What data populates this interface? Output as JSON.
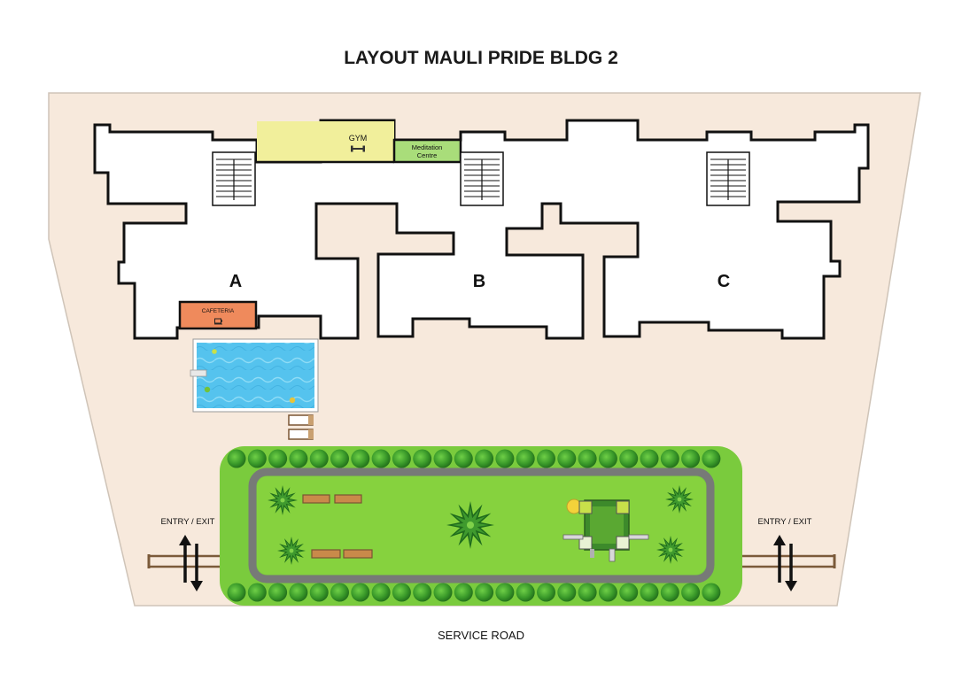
{
  "title": "LAYOUT MAULI PRIDE BLDG 2",
  "buildings": {
    "a": "A",
    "b": "B",
    "c": "C"
  },
  "amenities": {
    "gym": "GYM",
    "meditation_line1": "Meditation",
    "meditation_line2": "Centre",
    "cafeteria": "CAFETERIA"
  },
  "entry_left": "ENTRY / EXIT",
  "entry_right": "ENTRY / EXIT",
  "road": "SERVICE ROAD",
  "colors": {
    "plot": "#f7e9dc",
    "gym": "#f1ef9b",
    "meditation": "#a9dd7a",
    "cafeteria": "#ef8a5c",
    "pool": "#5cc6ef",
    "lawn": "#7acb3d",
    "path": "#777a77",
    "grass_inner": "#86d23e",
    "wall": "#111111"
  }
}
